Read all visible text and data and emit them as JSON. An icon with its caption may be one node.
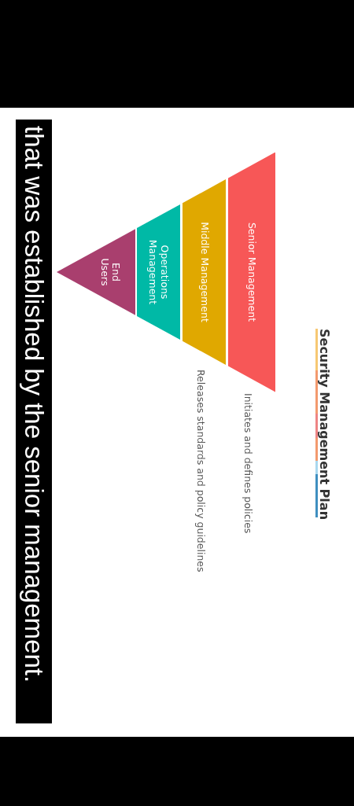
{
  "diagram": {
    "title": "Security Management Plan",
    "nodes": [
      {
        "text": [
          "Senior Management"
        ],
        "beside": [
          "Initiates and defines policies"
        ]
      },
      {
        "text": [
          "Middle Management"
        ],
        "beside": [
          "Releases standards and policy guidelines"
        ]
      },
      {
        "text": [
          "Operations Management"
        ]
      },
      {
        "text": [
          "End Users"
        ]
      }
    ],
    "caption": "that was established by the senior management."
  }
}
